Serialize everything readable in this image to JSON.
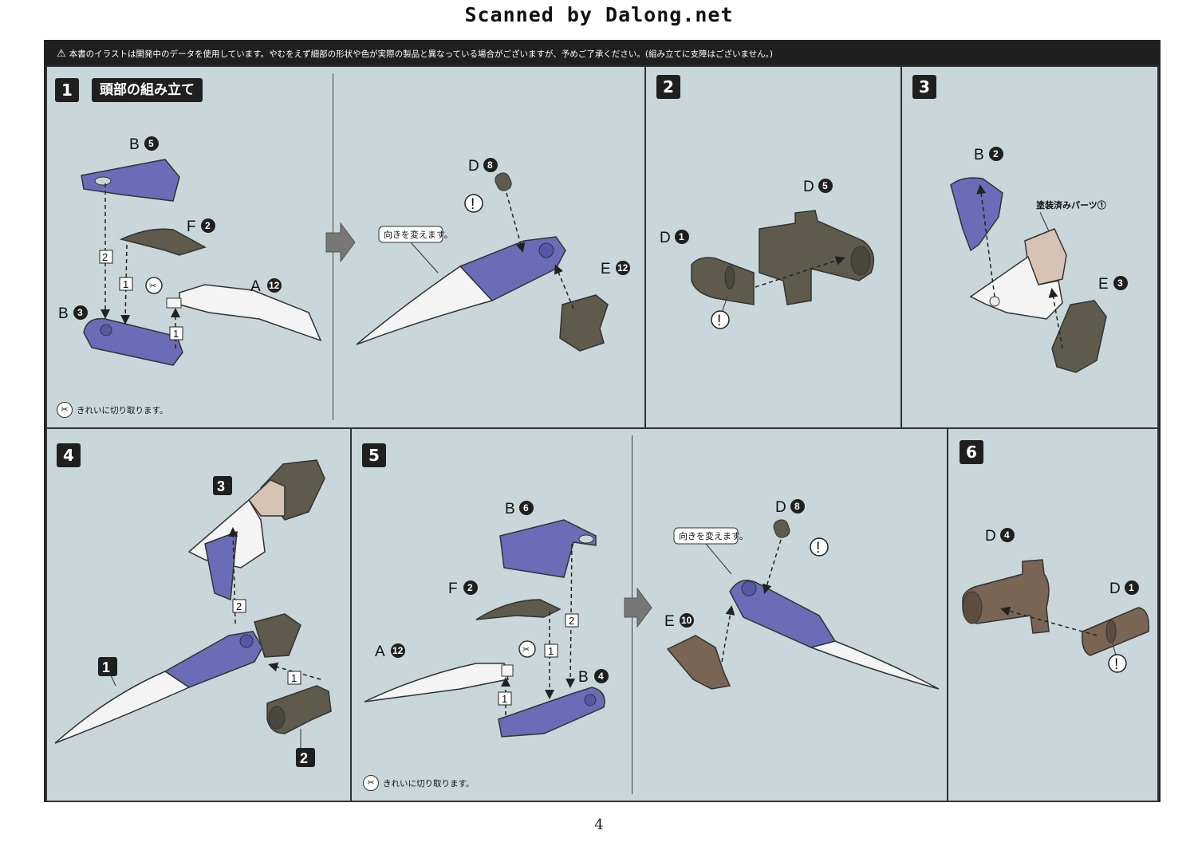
{
  "header": {
    "scan_credit": "Scanned by Dalong.net"
  },
  "notice": {
    "text": "本書のイラストは開発中のデータを使用しています。やむをえず細部の形状や色が実際の製品と異なっている場合がございますが、予めご了承ください。(組み立てに支障はございません。)"
  },
  "steps": [
    {
      "number": "1",
      "title": "頭部の組み立て"
    },
    {
      "number": "2"
    },
    {
      "number": "3"
    },
    {
      "number": "4"
    },
    {
      "number": "5"
    },
    {
      "number": "6"
    }
  ],
  "notes": {
    "trim_cleanly": "きれいに切り取ります。",
    "change_direction": "向きを変えます。",
    "painted_part": "塗装済みパーツ①"
  },
  "parts": {
    "s1_b5": {
      "letter": "B",
      "num": "5"
    },
    "s1_f2": {
      "letter": "F",
      "num": "2"
    },
    "s1_a12": {
      "letter": "A",
      "num": "12"
    },
    "s1_b3": {
      "letter": "B",
      "num": "3"
    },
    "s1_d8": {
      "letter": "D",
      "num": "8"
    },
    "s1_e12": {
      "letter": "E",
      "num": "12"
    },
    "s2_d5": {
      "letter": "D",
      "num": "5"
    },
    "s2_d1": {
      "letter": "D",
      "num": "1"
    },
    "s3_b2": {
      "letter": "B",
      "num": "2"
    },
    "s3_e3": {
      "letter": "E",
      "num": "3"
    },
    "s5_b6": {
      "letter": "B",
      "num": "6"
    },
    "s5_f2": {
      "letter": "F",
      "num": "2"
    },
    "s5_a12": {
      "letter": "A",
      "num": "12"
    },
    "s5_b4": {
      "letter": "B",
      "num": "4"
    },
    "s5_d8": {
      "letter": "D",
      "num": "8"
    },
    "s5_e10": {
      "letter": "E",
      "num": "10"
    },
    "s6_d4": {
      "letter": "D",
      "num": "4"
    },
    "s6_d1": {
      "letter": "D",
      "num": "1"
    }
  },
  "sequence_marks": {
    "first": "1",
    "second": "2"
  },
  "step_refs": {
    "s4_ref3": "3",
    "s4_ref1": "1",
    "s4_ref2": "2"
  },
  "caution_glyph": "!",
  "page": {
    "number": "4"
  },
  "colors": {
    "background": "#c9d7da",
    "purple_part": "#6a6cb8",
    "dark_part": "#5e5a4c",
    "tan_part": "#d8c2b4",
    "white_part": "#f4f4f4"
  }
}
